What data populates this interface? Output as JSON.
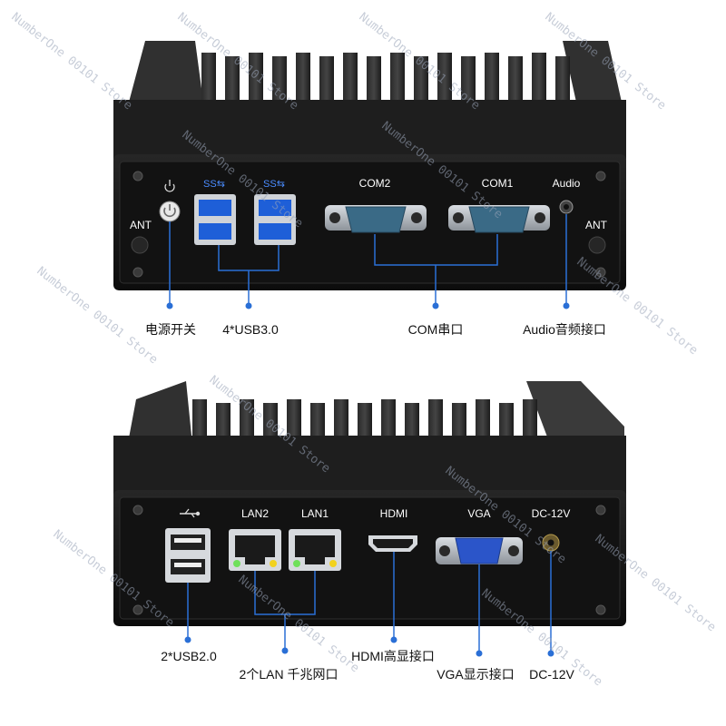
{
  "watermark": "NumberOne 00101 Store",
  "unit1": {
    "ports": {
      "power_icon": "power-icon",
      "com2": "COM2",
      "com1": "COM1",
      "audio": "Audio",
      "ant_left": "ANT",
      "ant_right": "ANT"
    },
    "callouts": {
      "power": "电源开关",
      "usb3": "4*USB3.0",
      "com": "COM串口",
      "audio": "Audio音频接口"
    }
  },
  "unit2": {
    "ports": {
      "lan2": "LAN2",
      "lan1": "LAN1",
      "hdmi": "HDMI",
      "vga": "VGA",
      "dc": "DC-12V"
    },
    "callouts": {
      "usb2": "2*USB2.0",
      "lan": "2个LAN 千兆网口",
      "hdmi": "HDMI高显接口",
      "vga": "VGA显示接口",
      "dc": "DC-12V"
    }
  },
  "colors": {
    "callout_line": "#2a6fd6",
    "usb3_blue": "#1e5fd8",
    "chassis": "#1a1a1a",
    "panel": "#101010"
  }
}
